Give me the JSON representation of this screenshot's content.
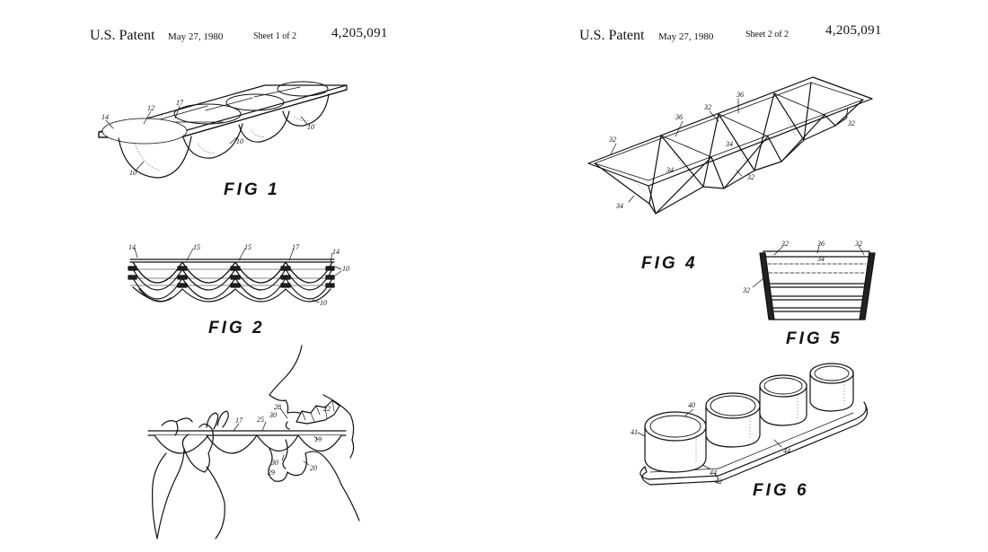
{
  "sheets": [
    {
      "patent_label": "U.S. Patent",
      "date": "May 27, 1980",
      "sheet": "Sheet 1 of 2",
      "patent_number": "4,205,091"
    },
    {
      "patent_label": "U.S. Patent",
      "date": "May 27, 1980",
      "sheet": "Sheet 2 of 2",
      "patent_number": "4,205,091"
    }
  ],
  "figures": {
    "fig1": {
      "label": "FIG 1",
      "refs": [
        "14",
        "12",
        "17",
        "10",
        "10",
        "10"
      ]
    },
    "fig2": {
      "label": "FIG 2",
      "refs": [
        "14",
        "15",
        "15",
        "17",
        "14",
        "10",
        "10"
      ]
    },
    "fig3": {
      "refs": [
        "17",
        "25",
        "28",
        "30",
        "22",
        "19",
        "30",
        "29",
        "20"
      ]
    },
    "fig4": {
      "label": "FIG 4",
      "refs": [
        "36",
        "32",
        "36",
        "32",
        "32",
        "34",
        "34",
        "32",
        "34"
      ]
    },
    "fig5": {
      "label": "FIG 5",
      "refs": [
        "32",
        "36",
        "32",
        "34",
        "32"
      ]
    },
    "fig6": {
      "label": "FIG 6",
      "refs": [
        "40",
        "41",
        "44",
        "44",
        "42"
      ]
    }
  }
}
